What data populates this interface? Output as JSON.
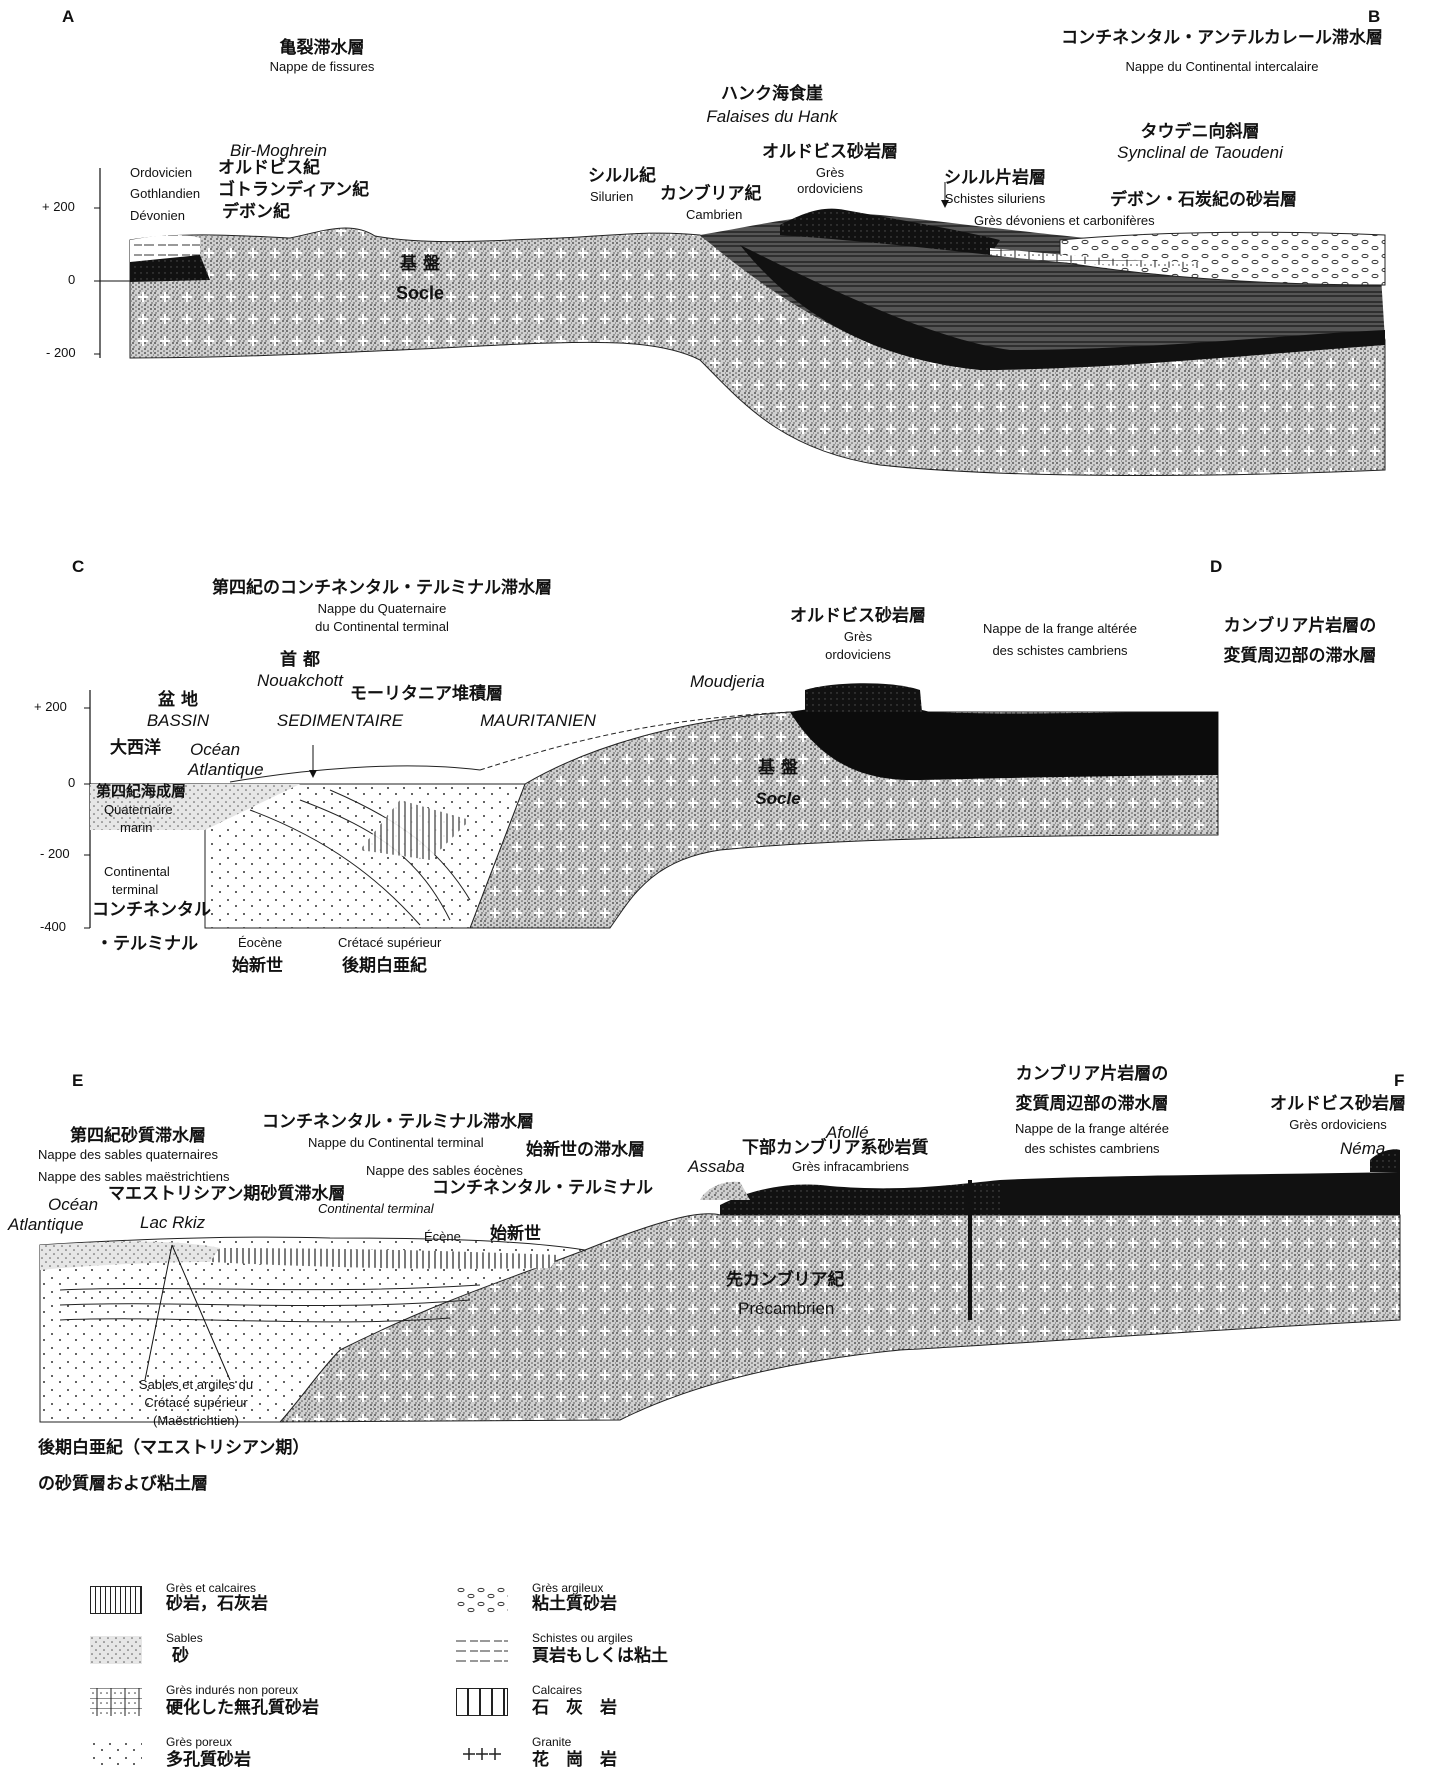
{
  "section_ab": {
    "letter_a": "A",
    "letter_b": "B",
    "nappe_fissures_jp": "亀裂滞水層",
    "nappe_fissures_fr": "Nappe de fissures",
    "nappe_ci_jp": "コンチネンタル・アンテルカレール滞水層",
    "nappe_ci_fr": "Nappe du Continental intercalaire",
    "hank_jp": "ハンク海食崖",
    "hank_fr": "Falaises du Hank",
    "bir_moghrein": "Bir-Moghrein",
    "ordovicien": "Ordovicien",
    "ordovicien_jp": "オルドビス紀",
    "gothlandien": "Gothlandien",
    "gothlandien_jp": "ゴトランディアン紀",
    "devonien": "Dévonien",
    "devonien_jp": "デボン紀",
    "socle_jp": "基 盤",
    "socle": "Socle",
    "silurien_jp": "シルル紀",
    "silurien": "Silurien",
    "cambrien_jp": "カンブリア紀",
    "cambrien": "Cambrien",
    "gres_ordo_jp": "オルドビス砂岩層",
    "gres_ordo_fr1": "Grès",
    "gres_ordo_fr2": "ordoviciens",
    "schistes_jp": "シルル片岩層",
    "schistes_fr": "Schistes siluriens",
    "taoudeni_jp": "タウデニ向斜層",
    "taoudeni_fr": "Synclinal de Taoudeni",
    "devcarb_jp": "デボン・石炭紀の砂岩層",
    "devcarb_fr": "Grès dévoniens et carbonifères",
    "axis": [
      "+ 200",
      "0",
      "- 200"
    ]
  },
  "section_cd": {
    "letter_c": "C",
    "letter_d": "D",
    "quat_jp": "第四紀のコンチネンタル・テルミナル滞水層",
    "quat_fr1": "Nappe du Quaternaire",
    "quat_fr2": "du Continental terminal",
    "capital_jp": "首 都",
    "nouakchott": "Nouakchott",
    "bassin_jp": "盆 地",
    "bassin": "BASSIN",
    "sedim": "SEDIMENTAIRE",
    "maur": "MAURITANIEN",
    "maur_jp": "モーリタニア堆積層",
    "ocean_jp": "大西洋",
    "ocean1": "Océan",
    "ocean2": "Atlantique",
    "moudjeria": "Moudjeria",
    "gres_ordo_jp": "オルドビス砂岩層",
    "gres_ordo_fr1": "Grès",
    "gres_ordo_fr2": "ordoviciens",
    "frange_fr1": "Nappe de la frange altérée",
    "frange_fr2": "des schistes cambriens",
    "frange_jp1": "カンブリア片岩層の",
    "frange_jp2": "変質周辺部の滞水層",
    "quat_marin_jp": "第四紀海成層",
    "quat_marin_fr1": "Quaternaire",
    "quat_marin_fr2": "marin",
    "ct_fr1": "Continental",
    "ct_fr2": "terminal",
    "ct_jp1": "コンチネンタル",
    "ct_jp2": "・テルミナル",
    "socle_jp": "基 盤",
    "socle": "Socle",
    "eocene": "Éocène",
    "eocene_jp": "始新世",
    "cretace": "Crétacé supérieur",
    "cretace_jp": "後期白亜紀",
    "axis": [
      "+ 200",
      "0",
      "- 200",
      "-400"
    ]
  },
  "section_ef": {
    "letter_e": "E",
    "letter_f": "F",
    "frange_jp1": "カンブリア片岩層の",
    "frange_jp2": "変質周辺部の滞水層",
    "frange_fr1": "Nappe de la frange altérée",
    "frange_fr2": "des schistes cambriens",
    "gres_ordo_jp": "オルドビス砂岩層",
    "gres_ordo_fr": "Grès ordoviciens",
    "nema": "Néma",
    "quat_sable_jp": "第四紀砂質滞水層",
    "quat_sable_fr": "Nappe des sables quaternaires",
    "ct_jp": "コンチネンタル・テルミナル滞水層",
    "ct_fr": "Nappe du Continental terminal",
    "maes_fr": "Nappe des sables maëstrichtiens",
    "maes_jp": "マエストリシアン期砂質滞水層",
    "eoc_sables_fr": "Nappe des sables éocènes",
    "eoc_jp": "始新世の滞水層",
    "ct2_jp": "コンチネンタル・テルミナル",
    "ct2_fr": "Continental terminal",
    "assaba": "Assaba",
    "afolle": "Afollé",
    "infra_jp": "下部カンブリア系砂岩質",
    "infra_fr": "Grès infracambriens",
    "ocean1": "Océan",
    "ocean2": "Atlantique",
    "lac": "Lac Rkiz",
    "eocene": "Écène",
    "eocene_jp": "始新世",
    "precamb_jp": "先カンブリア紀",
    "precamb": "Précambrien",
    "sables_fr1": "Sables et argiles du",
    "sables_fr2": "Crétacé supérieur",
    "sables_fr3": "(Maëstrichtien)",
    "sables_jp1": "後期白亜紀（マエストリシアン期）",
    "sables_jp2": "の砂質層および粘土層"
  },
  "legend": [
    {
      "fr": "Grès et calcaires",
      "jp": "砂岩，石灰岩"
    },
    {
      "fr": "Grès argileux",
      "jp": "粘土質砂岩"
    },
    {
      "fr": "Sables",
      "jp": "砂"
    },
    {
      "fr": "Schistes ou argiles",
      "jp": "頁岩もしくは粘土"
    },
    {
      "fr": "Grès indurés non poreux",
      "jp": "硬化した無孔質砂岩"
    },
    {
      "fr": "Calcaires",
      "jp": "石　灰　岩"
    },
    {
      "fr": "Grès poreux",
      "jp": "多孔質砂岩"
    },
    {
      "fr": "Granite",
      "jp": "花　崗　岩"
    }
  ]
}
